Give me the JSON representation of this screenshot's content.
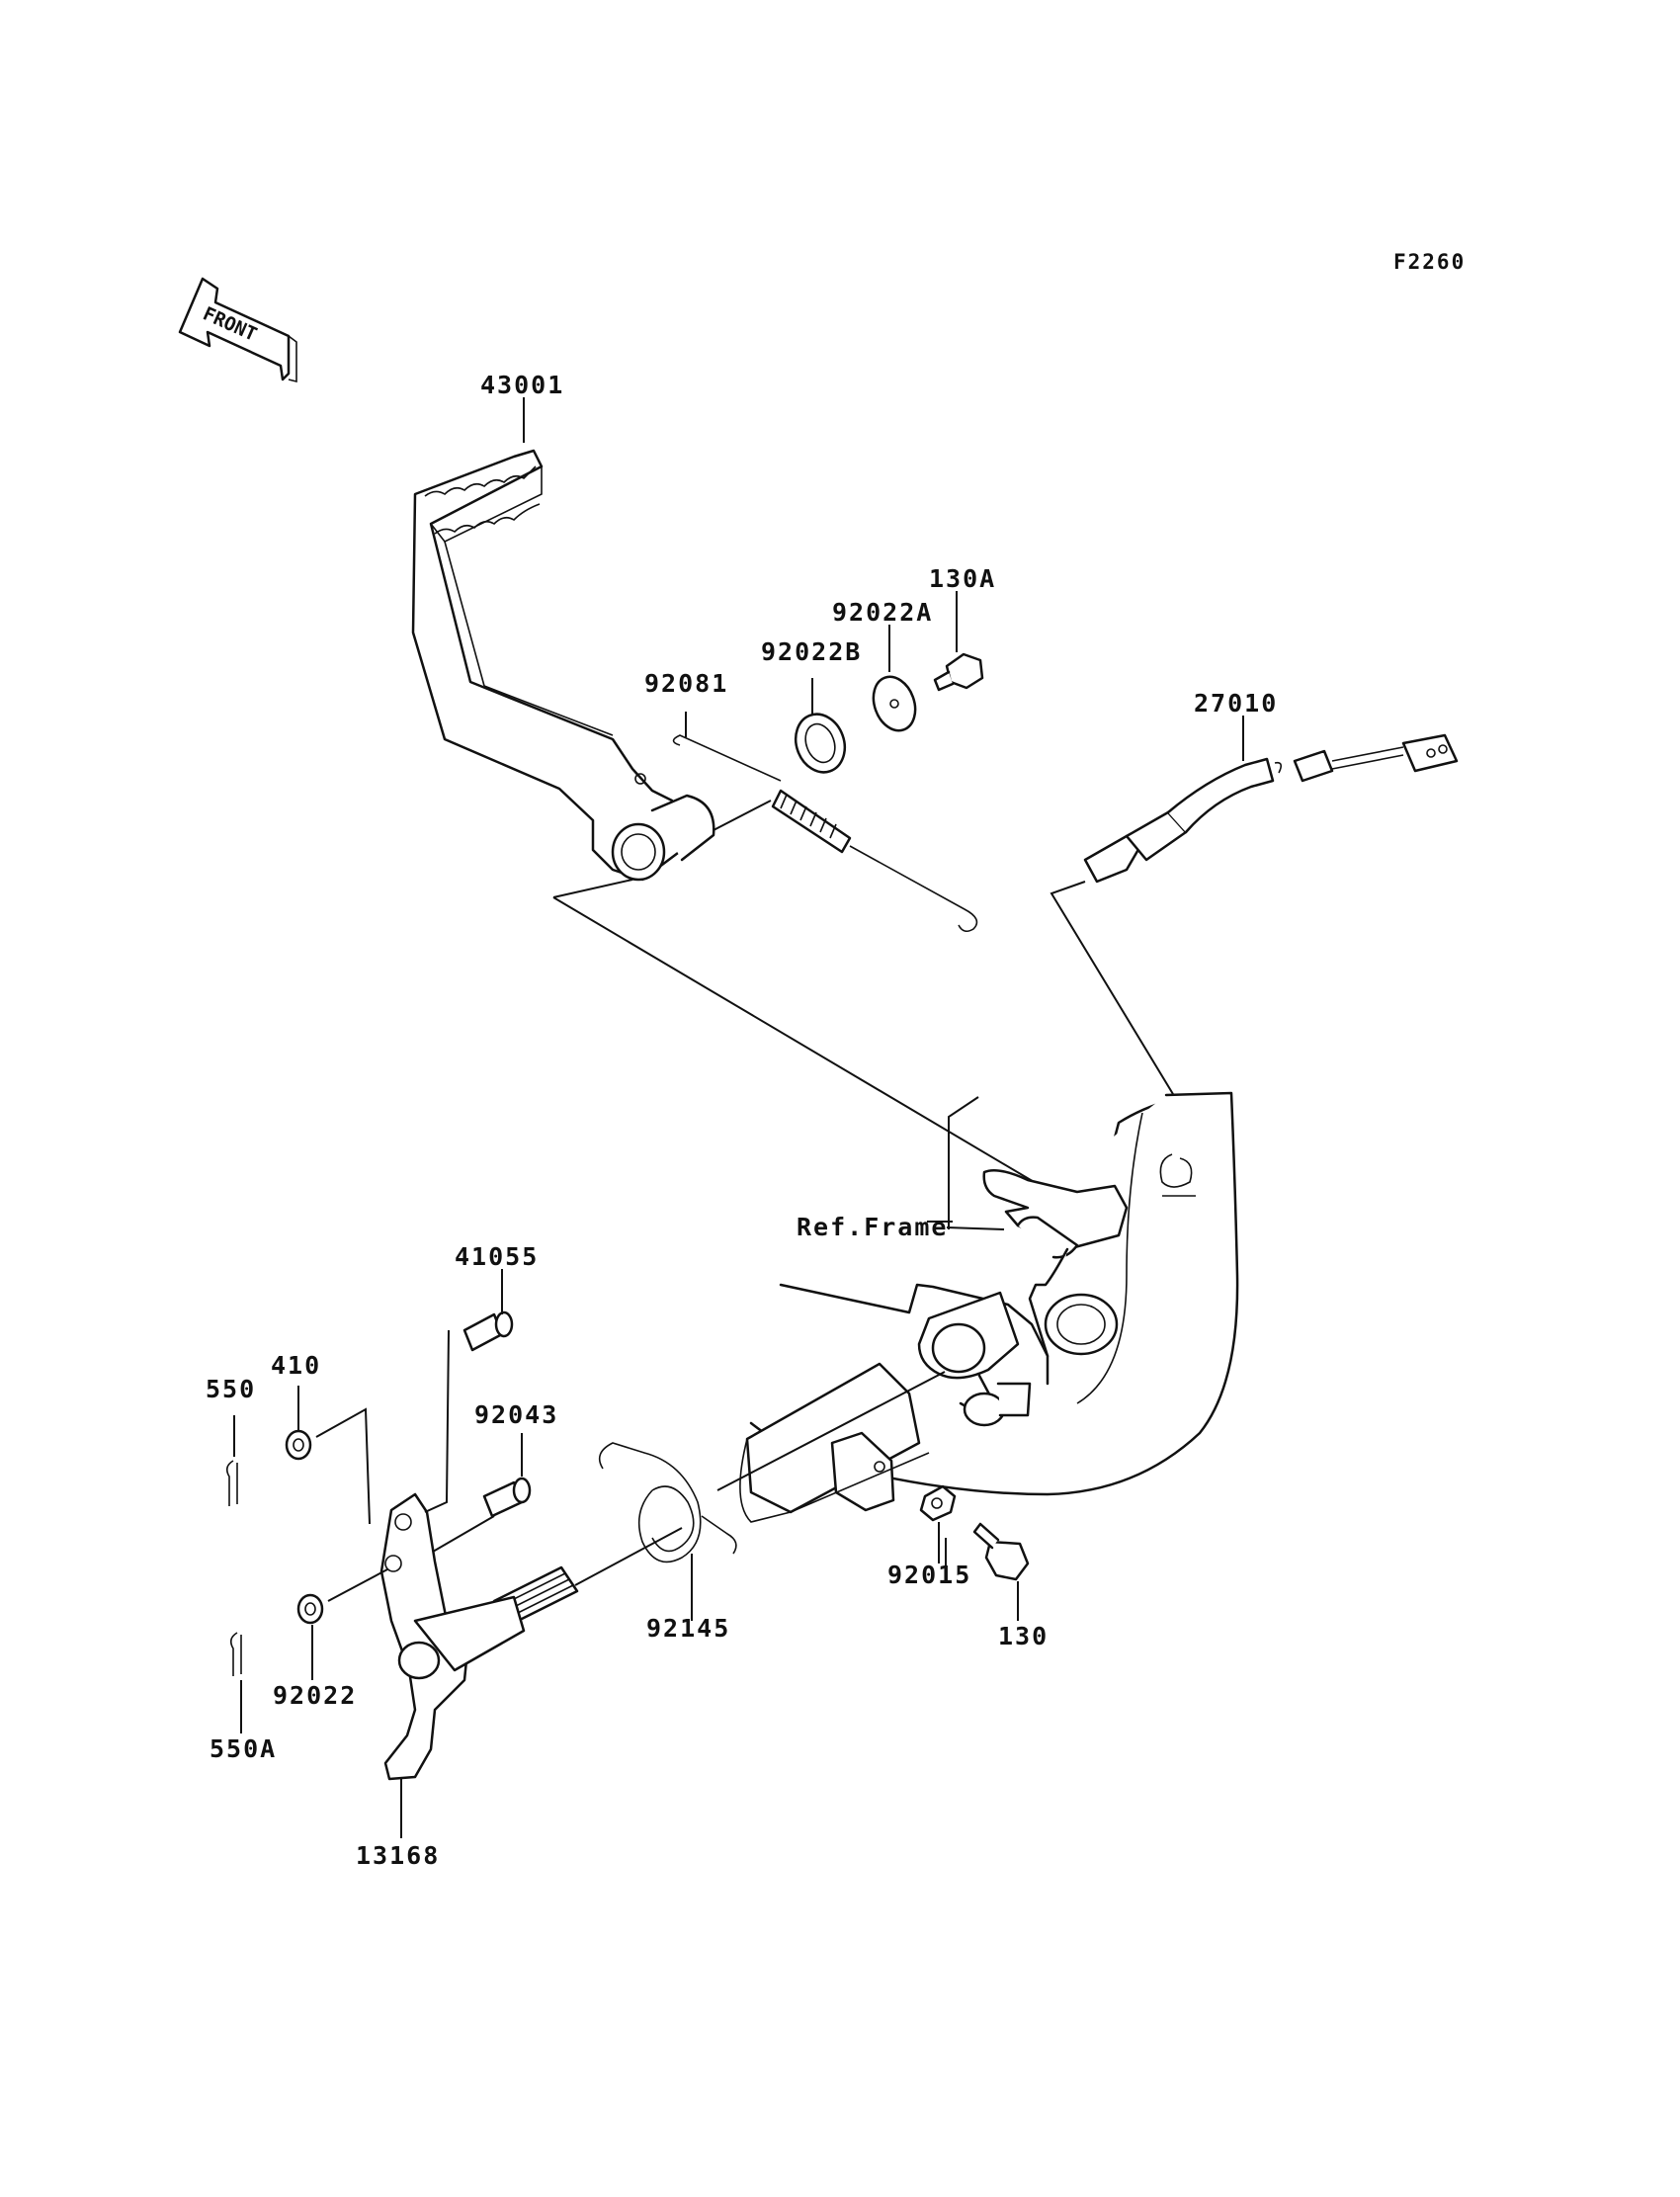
{
  "diagram": {
    "code": "F2260",
    "front_label": "FRONT",
    "ref_label": "Ref.Frame",
    "parts": [
      {
        "id": "43001"
      },
      {
        "id": "130A"
      },
      {
        "id": "92022A"
      },
      {
        "id": "92022B"
      },
      {
        "id": "92081"
      },
      {
        "id": "27010"
      },
      {
        "id": "41055"
      },
      {
        "id": "410"
      },
      {
        "id": "550"
      },
      {
        "id": "92043"
      },
      {
        "id": "92015"
      },
      {
        "id": "130"
      },
      {
        "id": "92145"
      },
      {
        "id": "92022"
      },
      {
        "id": "550A"
      },
      {
        "id": "13168"
      }
    ]
  }
}
